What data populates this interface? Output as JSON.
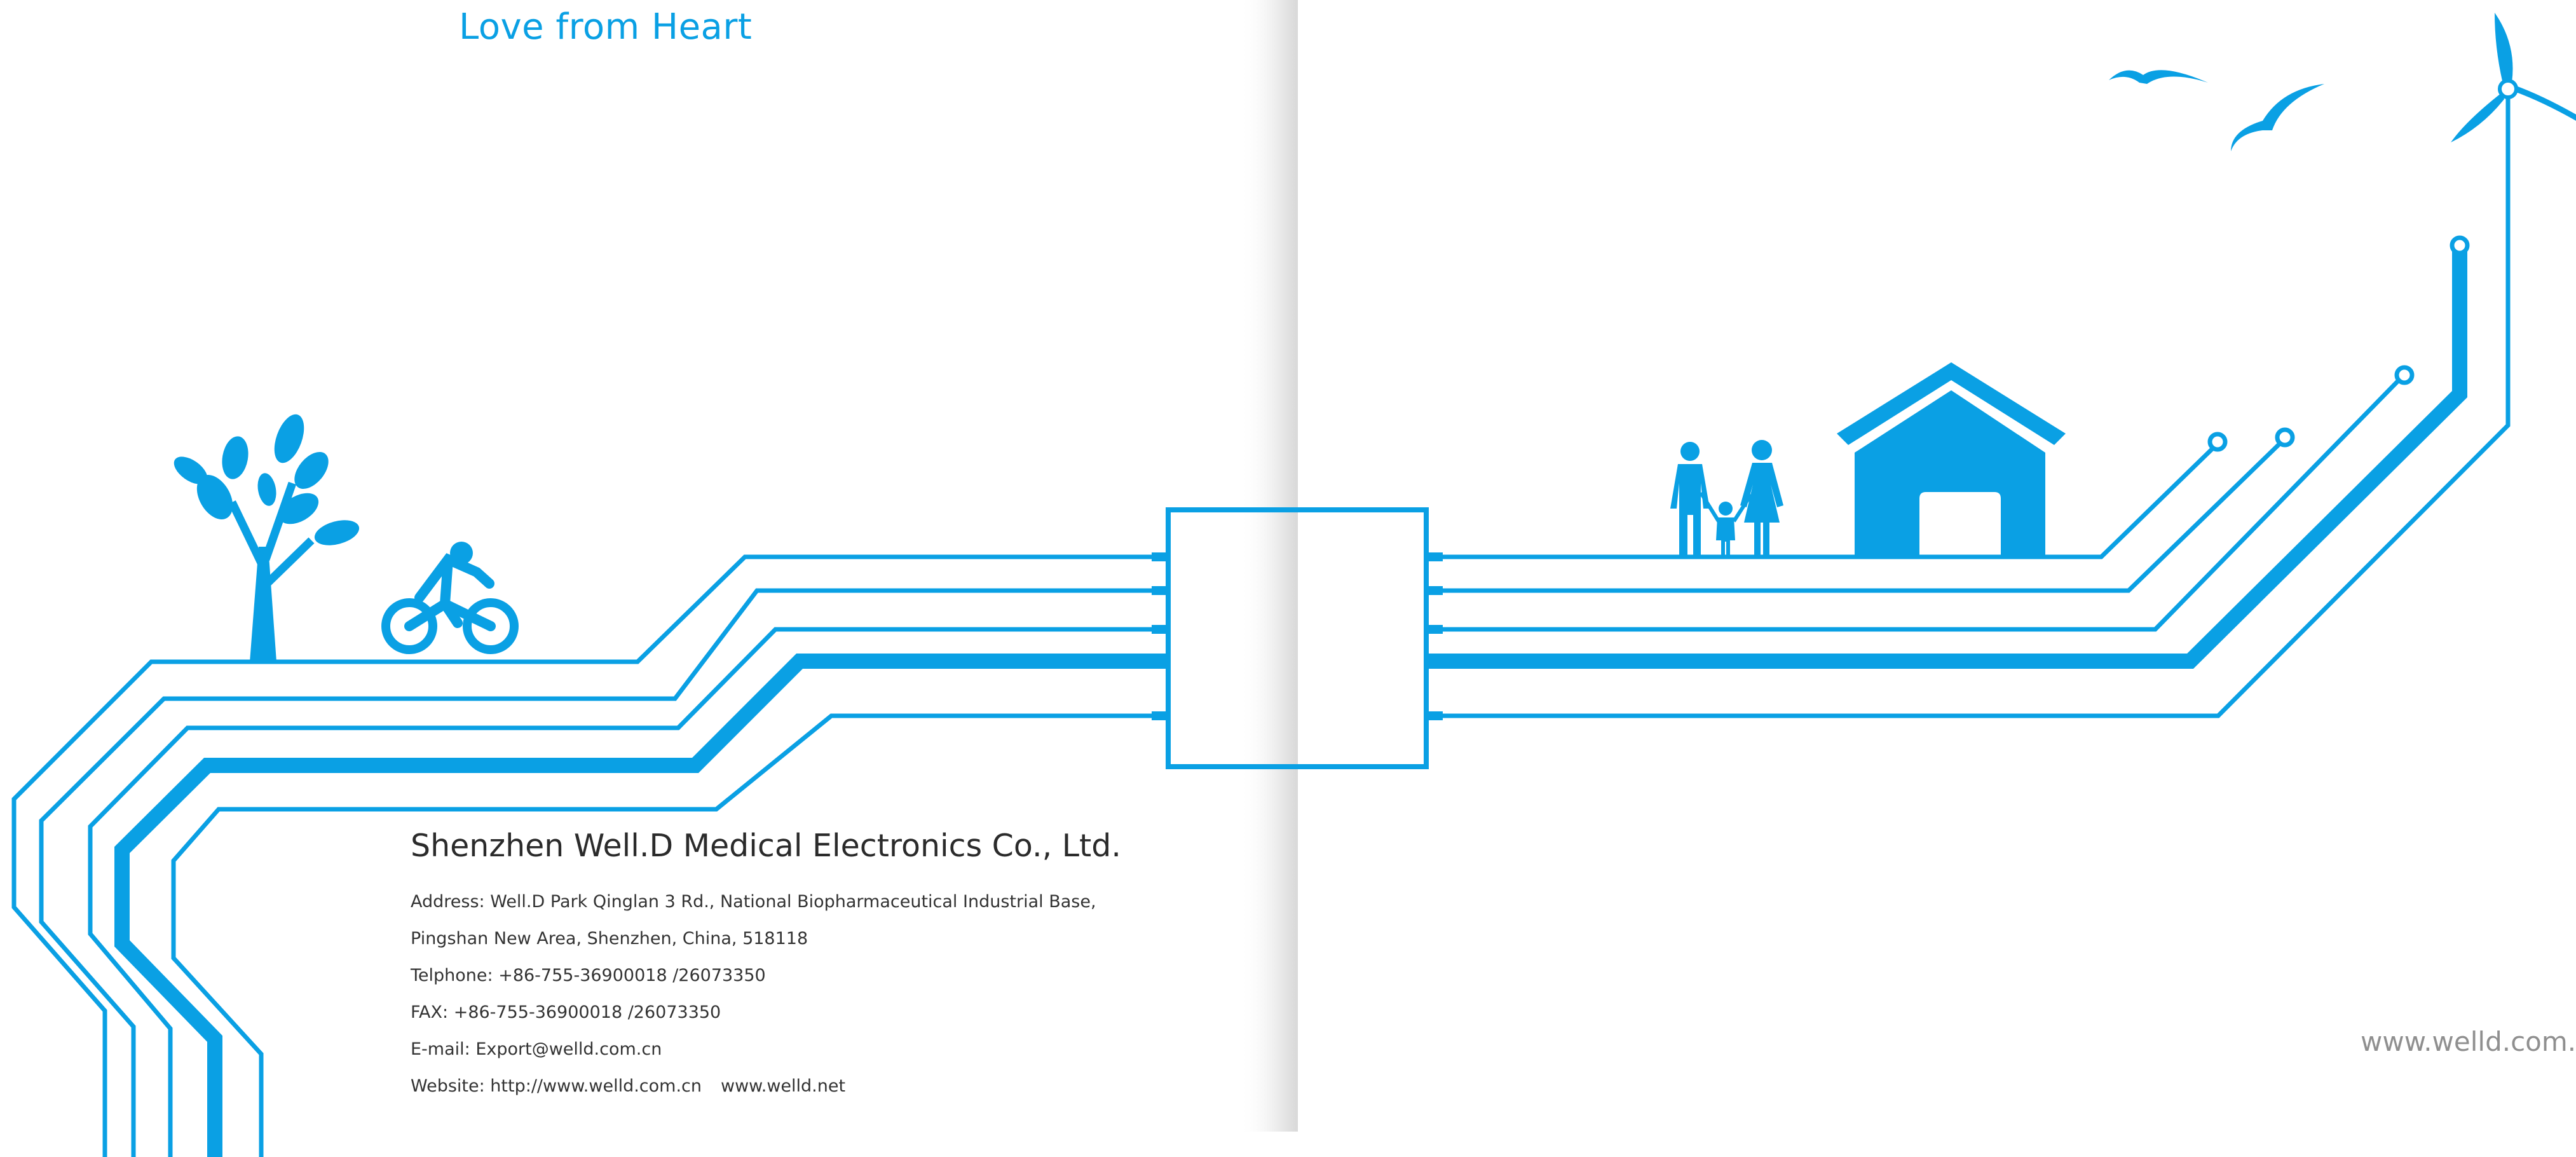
{
  "header": {
    "tagline": "Love from Heart"
  },
  "company": {
    "name": "Shenzhen Well.D Medical Electronics Co., Ltd.",
    "address_line1": "Address: Well.D Park Qinglan 3 Rd., National Biopharmaceutical Industrial Base,",
    "address_line2": "Pingshan New Area, Shenzhen, China, 518118",
    "telephone": "Telphone: +86-755-36900018 /26073350",
    "fax": "FAX: +86-755-36900018 /26073350",
    "email": "E-mail: Export@welld.com.cn",
    "website": "Website: http://www.welld.com.cn",
    "website_alt": "www.welld.net"
  },
  "back_cover": {
    "url": "www.welld.com.cn"
  },
  "colors": {
    "accent": "#0aa0e4",
    "text": "#333333",
    "url_gray": "#8f8f8f"
  },
  "icons": [
    "tree-icon",
    "cyclist-icon",
    "family-icon",
    "house-icon",
    "birds-icon",
    "wind-turbine-icon",
    "circuit-chip-icon"
  ]
}
